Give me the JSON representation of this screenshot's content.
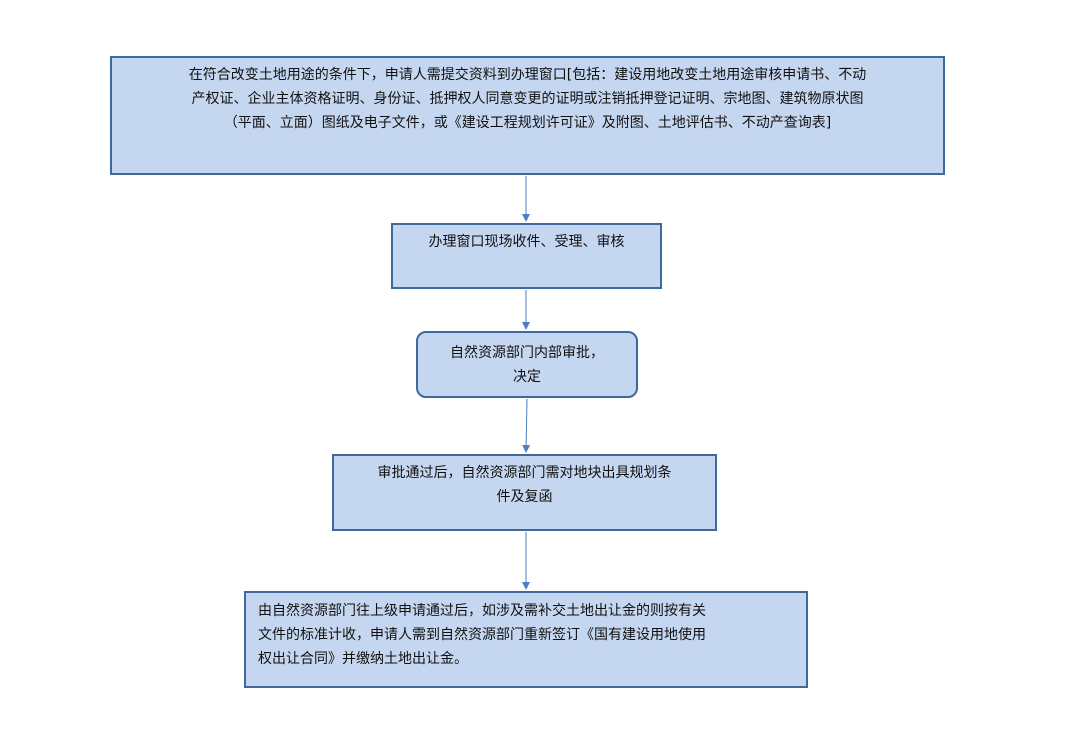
{
  "flowchart": {
    "steps": [
      {
        "lines": [
          "在符合改变土地用途的条件下，申请人需提交资料到办理窗口[包括：建设用地改变土地用途审核申请书、不动",
          "产权证、企业主体资格证明、身份证、抵押权人同意变更的证明或注销抵押登记证明、宗地图、建筑物原状图",
          "（平面、立面）图纸及电子文件，或《建设工程规划许可证》及附图、土地评估书、不动产查询表]"
        ]
      },
      {
        "lines": [
          "办理窗口现场收件、受理、审核"
        ]
      },
      {
        "lines": [
          "自然资源部门内部审批，",
          "决定"
        ]
      },
      {
        "lines": [
          "审批通过后，自然资源部门需对地块出具规划条",
          "件及复函"
        ]
      },
      {
        "lines": [
          "由自然资源部门往上级申请通过后，如涉及需补交土地出让金的则按有关",
          "文件的标准计收，申请人需到自然资源部门重新签订《国有建设用地使用",
          "权出让合同》并缴纳土地出让金。"
        ]
      }
    ],
    "colors": {
      "box_fill": "#c5d7f0",
      "box_border": "#41689a",
      "arrow": "#4a7fc1"
    }
  }
}
